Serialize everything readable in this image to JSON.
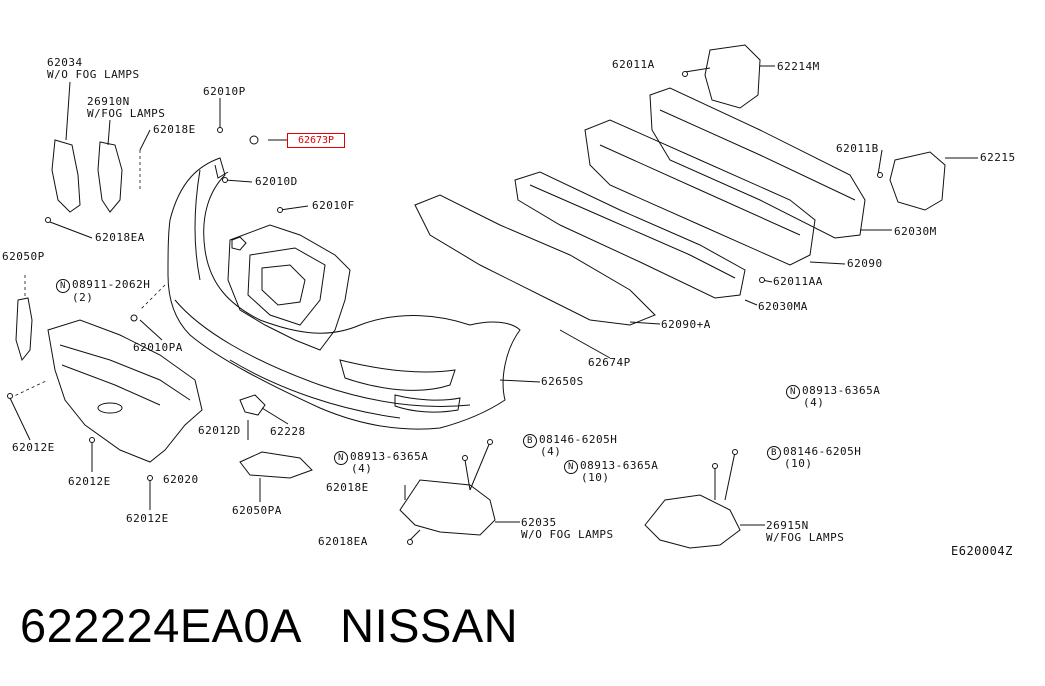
{
  "diagram": {
    "highlighted_part": "62673P",
    "drawing_code": "E620004Z",
    "labels": {
      "l62034": "62034\nW/O FOG LAMPS",
      "l26910N": "26910N\nW/FOG LAMPS",
      "l62018E_top": "62018E",
      "l62018EA_left": "62018EA",
      "l62010P": "62010P",
      "l62010D": "62010D",
      "l62010F": "62010F",
      "l62050P": "62050P",
      "l08911": "08911-2062H",
      "l08911q": "(2)",
      "l62010PA": "62010PA",
      "l62012E_a": "62012E",
      "l62012E_b": "62012E",
      "l62012E_c": "62012E",
      "l62020": "62020",
      "l62012D": "62012D",
      "l62228": "62228",
      "l62050PA": "62050PA",
      "l62011A": "62011A",
      "l62214M": "62214M",
      "l62011B": "62011B",
      "l62215": "62215",
      "l62030M": "62030M",
      "l62090": "62090",
      "l62011AA": "62011AA",
      "l62030MA": "62030MA",
      "l62090A": "62090+A",
      "l62674P": "62674P",
      "l62650S": "62650S",
      "l08913_r": "08913-6365A",
      "l08913_rq": "(4)",
      "l08146_a": "08146-6205H",
      "l08146_aq": "(4)",
      "l08913_a": "08913-6365A",
      "l08913_aq": "(4)",
      "l08913_b": "08913-6365A",
      "l08913_bq": "(10)",
      "l08146_b": "08146-6205H",
      "l08146_bq": "(10)",
      "l62018E_bot": "62018E",
      "l62035": "62035\nW/O FOG LAMPS",
      "l62018EA_bot": "62018EA",
      "l26915N": "26915N\nW/FOG LAMPS"
    },
    "prefix_N": "N",
    "prefix_B": "B"
  },
  "caption": {
    "part_number": "622224EA0A",
    "brand": "NISSAN"
  }
}
